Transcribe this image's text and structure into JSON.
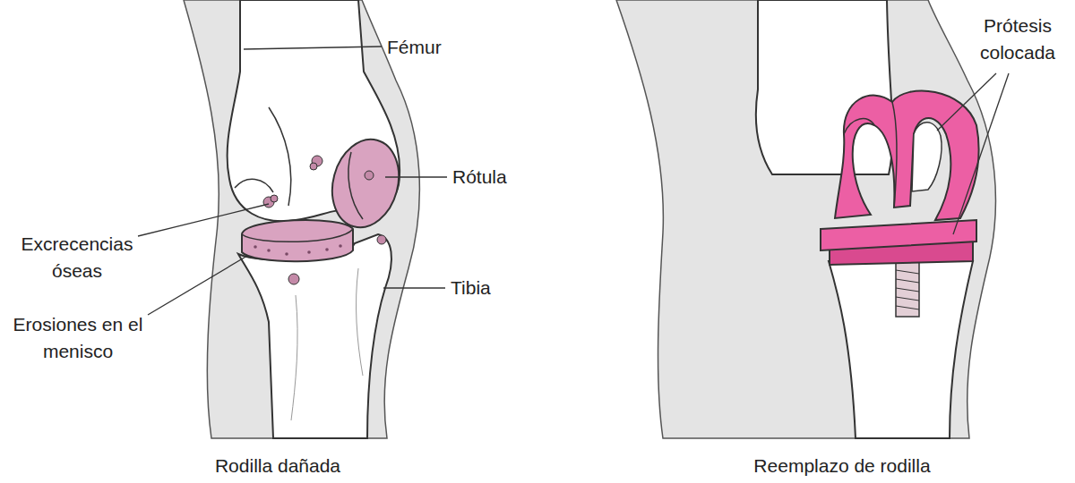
{
  "diagram": {
    "labels": [
      "Fémur",
      "Rótula",
      "Excrecencias óseas",
      "Tibia",
      "Erosiones en el menisco",
      "Rodilla dañada",
      "Prótesis colocada",
      "Reemplazo de rodilla"
    ]
  }
}
